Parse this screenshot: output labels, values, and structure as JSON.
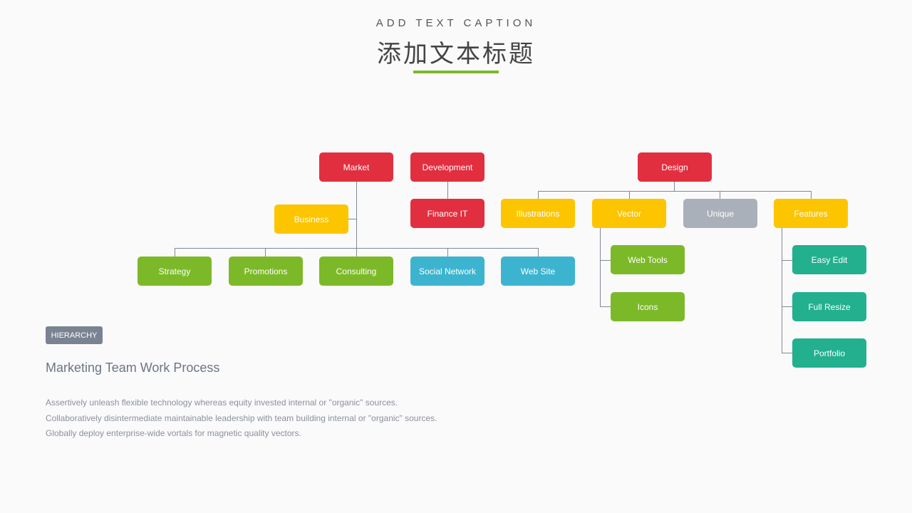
{
  "header": {
    "caption": "ADD TEXT CAPTION",
    "title": "添加文本标题"
  },
  "accent_color": "#7cb928",
  "nodes": {
    "market": "Market",
    "development": "Development",
    "design": "Design",
    "business": "Business",
    "finance_it": "Finance IT",
    "illustrations": "Illustrations",
    "vector": "Vector",
    "unique": "Unique",
    "features": "Features",
    "strategy": "Strategy",
    "promotions": "Promotions",
    "consulting": "Consulting",
    "social_network": "Social Network",
    "web_site": "Web Site",
    "web_tools": "Web Tools",
    "icons": "Icons",
    "easy_edit": "Easy Edit",
    "full_resize": "Full Resize",
    "portfolio": "Portfolio"
  },
  "colors": {
    "red": "#e12f40",
    "yellow": "#fcc500",
    "green": "#7cb928",
    "blue": "#3db4cf",
    "gray": "#aab0b9",
    "teal": "#22b08f"
  },
  "footer": {
    "tag": "HIERARCHY",
    "subtitle": "Marketing Team Work Process",
    "lines": [
      "Assertively unleash flexible technology whereas equity invested internal or \"organic\" sources.",
      "Collaboratively disintermediate maintainable leadership with team building internal or \"organic\" sources.",
      "Globally deploy enterprise-wide vortals for magnetic quality vectors."
    ]
  }
}
